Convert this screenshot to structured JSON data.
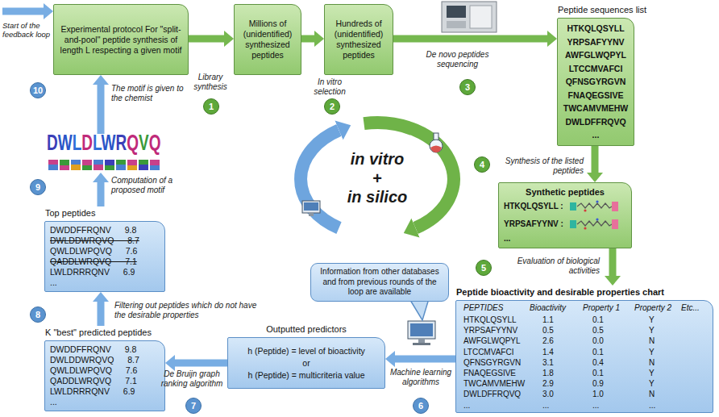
{
  "diagram": {
    "nodes": [
      {
        "text": [
          "Experimental protocol For \"split-and-pool\" peptide synthesis of length L respecting a given motif"
        ]
      },
      {
        "text": [
          "Millions of (unidentified) synthesized peptides"
        ]
      },
      {
        "text": [
          "Hundreds of (unidentified) synthesized peptides"
        ]
      },
      {
        "text": [
          "Peptide sequences list",
          "HTKQLQSYLL",
          "YRPSAFYYNV",
          "AWFGLWQPYL",
          "LTCCMVAFCI",
          "QFNSGYRGVN",
          "FNAQEGSIVE",
          "TWCAMVMEHW",
          "DWLDFFRQVQ",
          "..."
        ]
      },
      {
        "text": [
          "Synthetic peptides",
          "HTKQLQSYLL :",
          "YRPSAFYYNV :",
          "..."
        ]
      },
      {
        "text": [
          "Peptide bioactivity and desirable properties chart"
        ]
      },
      {
        "text": [
          "Information from other databases and from previous rounds of the loop are available"
        ]
      },
      {
        "text": [
          "Outputted predictors",
          "h (Peptide) = level of bioactivity",
          "or",
          "h (Peptide) = multicriteria value"
        ]
      },
      {
        "text": [
          "K \"best\" predicted peptides",
          "DWDDFFRQNV 9.8",
          "DWLDDWRQVQ 8.7",
          "QWLDLWPQVQ 7.6",
          "QADDLWRQVQ 7.1",
          "LWLDRRRQNV 6.9",
          "..."
        ]
      },
      {
        "text": [
          "Top peptides",
          "DWDDFFRQNV 9.8",
          "DWLDDWRQVQ 8.7",
          "QWLDLWPQVQ 7.6",
          "QADDLWRQVQ 7.1",
          "LWLDRRRQNV 6.9",
          "..."
        ]
      },
      {
        "text": [
          "1"
        ]
      },
      {
        "text": [
          "2"
        ]
      },
      {
        "text": [
          "3"
        ]
      },
      {
        "text": [
          "4"
        ]
      },
      {
        "text": [
          "5"
        ]
      },
      {
        "text": [
          "6"
        ]
      },
      {
        "text": [
          "7"
        ]
      },
      {
        "text": [
          "8"
        ]
      },
      {
        "text": [
          "9"
        ]
      },
      {
        "text": [
          "10"
        ]
      }
    ],
    "edges": [
      {
        "from": 0,
        "to": 1,
        "arrow": "to",
        "label": "Library synthesis"
      },
      {
        "from": 1,
        "to": 2,
        "arrow": "to",
        "label": "In vitro selection"
      },
      {
        "from": 2,
        "to": 3,
        "arrow": "to",
        "label": "De novo peptides sequencing"
      },
      {
        "from": 3,
        "to": 4,
        "arrow": "to",
        "label": "Synthesis of the listed peptides"
      },
      {
        "from": 4,
        "to": 5,
        "arrow": "to",
        "label": "Evaluation of biological activities"
      },
      {
        "from": 5,
        "to": 7,
        "arrow": "to",
        "label": "Machine learning algorithms"
      },
      {
        "from": 7,
        "to": 8,
        "arrow": "to",
        "label": "De Bruijn graph ranking algorithm"
      },
      {
        "from": 8,
        "to": 9,
        "arrow": "to",
        "label": "Filtering out peptides which do not have the desirable properties"
      }
    ],
    "labels": [
      "Start of the feedback loop",
      "Computation of a proposed motif",
      "The motif is given to the chemist",
      "in vitro",
      "+",
      "in silico",
      "DWLDLWRQVQ",
      "PEPTIDES",
      "Bioactivity",
      "Property 1",
      "Property 2",
      "Etc...",
      "HTKQLQSYLL",
      "1.1",
      "0.1",
      "Y",
      "YRPSAFYYNV",
      "0.5",
      "0.5",
      "Y",
      "AWFGLWQPYL",
      "2.6",
      "0.0",
      "N",
      "LTCCMVAFCI",
      "1.4",
      "0.1",
      "Y",
      "QFNSGYRGVN",
      "3.1",
      "0.4",
      "N",
      "FNAQEGSIVE",
      "1.8",
      "0.1",
      "Y",
      "TWCAMVMEHW",
      "2.9",
      "0.9",
      "Y",
      "DWLDFFRQVQ",
      "3.0",
      "1.0",
      "N",
      "...",
      "...",
      "...",
      "..."
    ]
  }
}
